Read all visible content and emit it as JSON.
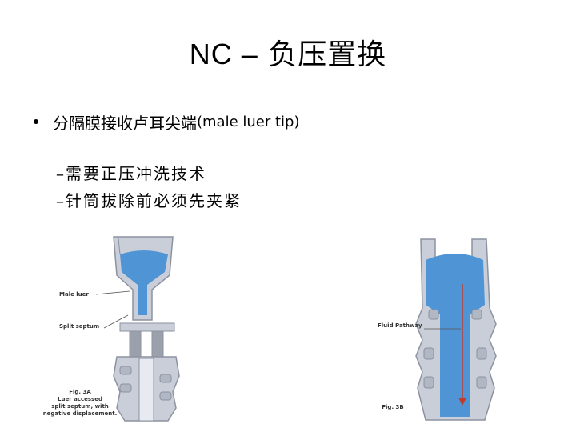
{
  "slide": {
    "title_prefix": "NC –",
    "title_main": "负压置换",
    "bullet_text": "分隔膜接收卢耳尖端",
    "bullet_tip": "(male luer tip)",
    "sub_items": [
      "–需要正压冲洗技术",
      "–针筒拔除前必须先夹紧"
    ]
  },
  "figure_a": {
    "labels": {
      "male_luer": "Male luer",
      "split_septum": "Split septum"
    },
    "caption_lines": [
      "Fig. 3A",
      "Luer accessed",
      "split septum, with",
      "negative displacement."
    ]
  },
  "figure_b": {
    "labels": {
      "fluid_pathway": "Fluid Pathway"
    },
    "caption": "Fig. 3B"
  },
  "colors": {
    "fluid": "#4f95d6",
    "plastic": "#c9ced8",
    "plastic_dark": "#8c92a0"
  }
}
